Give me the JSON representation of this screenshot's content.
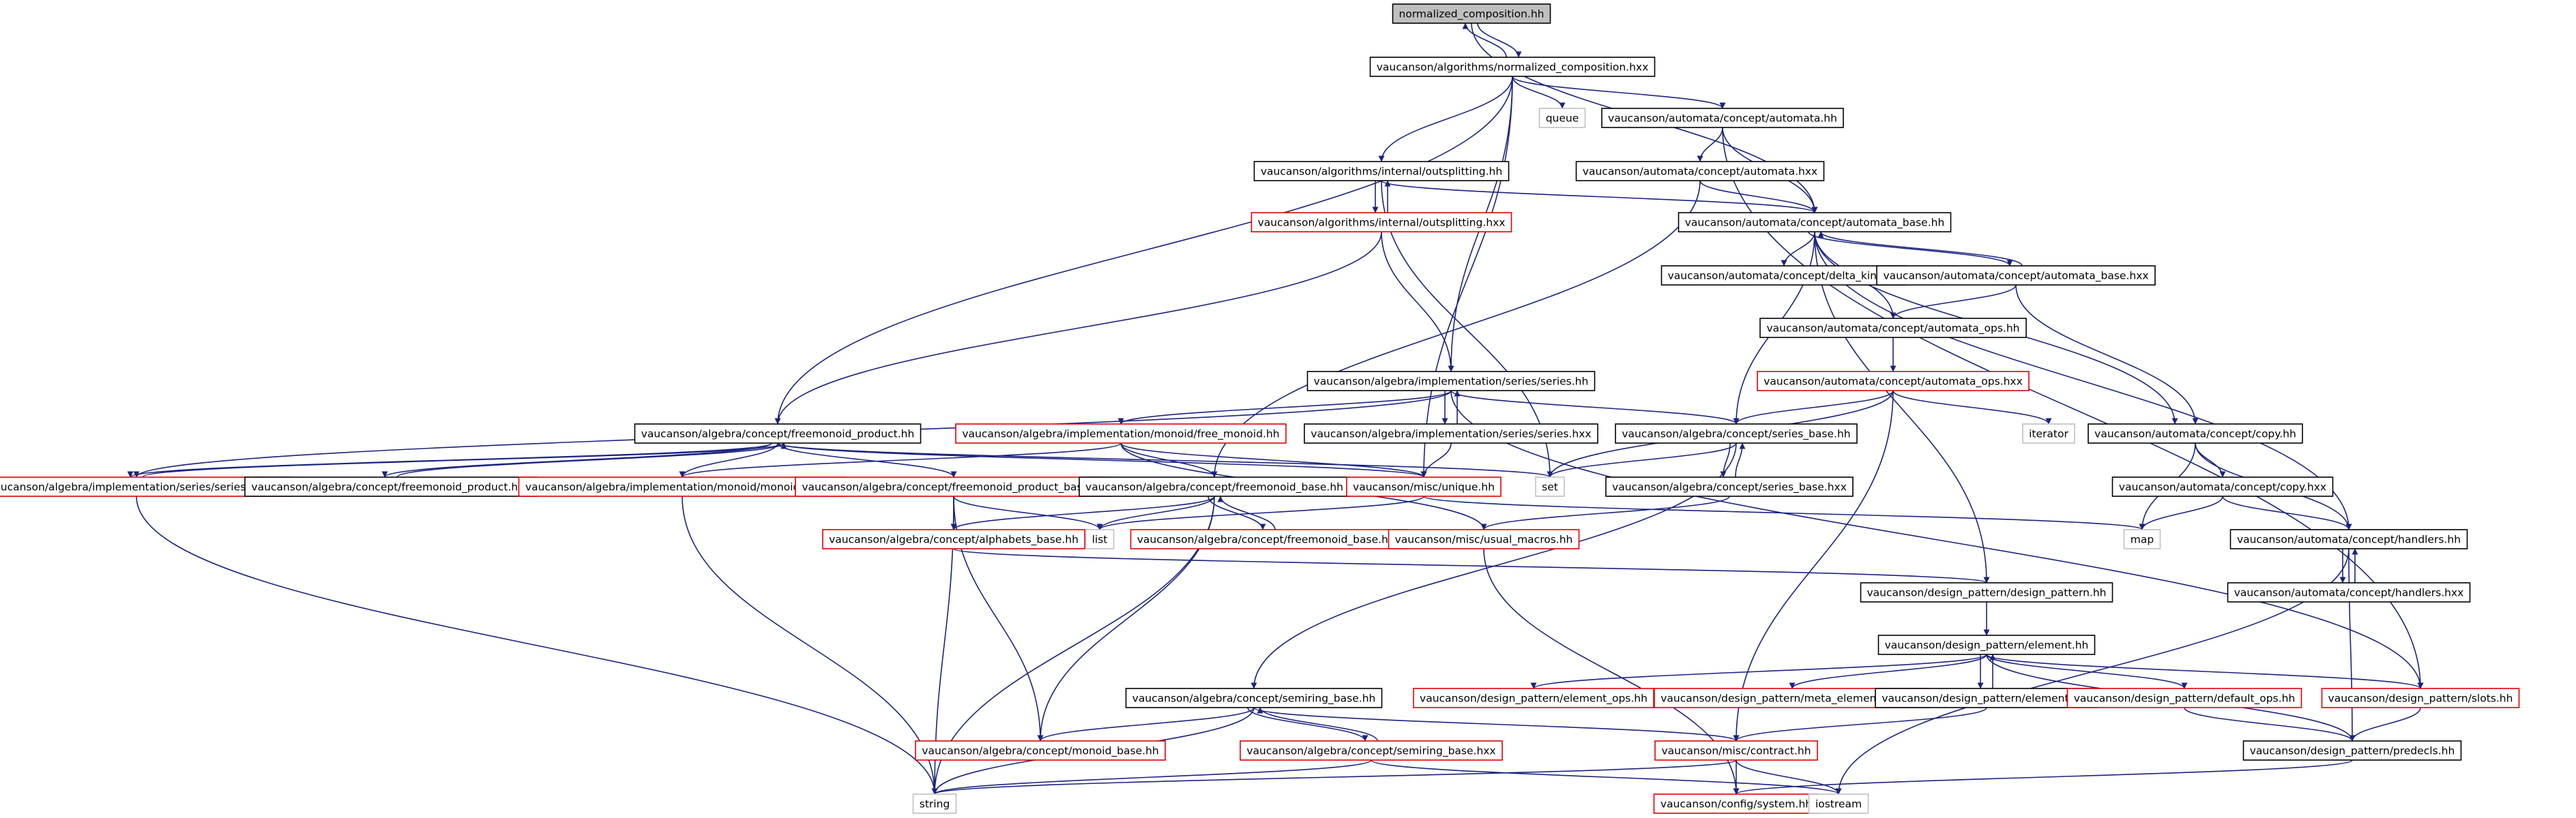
{
  "colors": {
    "edge": "#1a237e",
    "border_black": "#000000",
    "border_red": "#e00000",
    "border_gray": "#c0c0c0",
    "text": "#000000",
    "root_fill": "#bfbfbf"
  },
  "nodes": [
    {
      "id": "root",
      "label": "normalized_composition.hh",
      "style": "root"
    },
    {
      "id": "nc_hxx",
      "label": "vaucanson/algorithms/normalized_composition.hxx",
      "style": "black"
    },
    {
      "id": "queue",
      "label": "queue",
      "style": "gray"
    },
    {
      "id": "automata_hh",
      "label": "vaucanson/automata/concept/automata.hh",
      "style": "black"
    },
    {
      "id": "outsplit_hh",
      "label": "vaucanson/algorithms/internal/outsplitting.hh",
      "style": "black"
    },
    {
      "id": "automata_hxx",
      "label": "vaucanson/automata/concept/automata.hxx",
      "style": "black"
    },
    {
      "id": "outsplit_hxx",
      "label": "vaucanson/algorithms/internal/outsplitting.hxx",
      "style": "red"
    },
    {
      "id": "automata_base_hh",
      "label": "vaucanson/automata/concept/automata_base.hh",
      "style": "black"
    },
    {
      "id": "delta_kind",
      "label": "vaucanson/automata/concept/delta_kind.hh",
      "style": "black"
    },
    {
      "id": "automata_base_hxx",
      "label": "vaucanson/automata/concept/automata_base.hxx",
      "style": "black"
    },
    {
      "id": "automata_ops_hh",
      "label": "vaucanson/automata/concept/automata_ops.hh",
      "style": "black"
    },
    {
      "id": "automata_ops_hxx",
      "label": "vaucanson/automata/concept/automata_ops.hxx",
      "style": "red"
    },
    {
      "id": "series_hh",
      "label": "vaucanson/algebra/implementation/series/series.hh",
      "style": "black"
    },
    {
      "id": "freemonoid_product_hh",
      "label": "vaucanson/algebra/concept/freemonoid_product.hh",
      "style": "black"
    },
    {
      "id": "free_monoid_hh",
      "label": "vaucanson/algebra/implementation/monoid/free_monoid.hh",
      "style": "red"
    },
    {
      "id": "series_hxx",
      "label": "vaucanson/algebra/implementation/series/series.hxx",
      "style": "black"
    },
    {
      "id": "series_base_hh",
      "label": "vaucanson/algebra/concept/series_base.hh",
      "style": "black"
    },
    {
      "id": "iterator1",
      "label": "iterator",
      "style": "gray"
    },
    {
      "id": "iterator2",
      "label": "iterator",
      "style": "gray"
    },
    {
      "id": "copy_hh",
      "label": "vaucanson/automata/concept/copy.hh",
      "style": "black"
    },
    {
      "id": "series_rep_hh",
      "label": "vaucanson/algebra/implementation/series/series_rep.hh",
      "style": "red"
    },
    {
      "id": "freemonoid_product_hxx",
      "label": "vaucanson/algebra/concept/freemonoid_product.hxx",
      "style": "black"
    },
    {
      "id": "monoid_rep_hh",
      "label": "vaucanson/algebra/implementation/monoid/monoid_rep.hh",
      "style": "red"
    },
    {
      "id": "freemonoid_product_base_hh",
      "label": "vaucanson/algebra/concept/freemonoid_product_base.hh",
      "style": "red"
    },
    {
      "id": "freemonoid_base_hh",
      "label": "vaucanson/algebra/concept/freemonoid_base.hh",
      "style": "black"
    },
    {
      "id": "unique_hh",
      "label": "vaucanson/misc/unique.hh",
      "style": "red"
    },
    {
      "id": "set",
      "label": "set",
      "style": "gray"
    },
    {
      "id": "series_base_hxx",
      "label": "vaucanson/algebra/concept/series_base.hxx",
      "style": "black"
    },
    {
      "id": "copy_hxx",
      "label": "vaucanson/automata/concept/copy.hxx",
      "style": "black"
    },
    {
      "id": "map",
      "label": "map",
      "style": "gray"
    },
    {
      "id": "alphabets_base_hh",
      "label": "vaucanson/algebra/concept/alphabets_base.hh",
      "style": "red"
    },
    {
      "id": "list",
      "label": "list",
      "style": "gray"
    },
    {
      "id": "freemonoid_base_hxx",
      "label": "vaucanson/algebra/concept/freemonoid_base.hxx",
      "style": "red"
    },
    {
      "id": "usual_macros_hh",
      "label": "vaucanson/misc/usual_macros.hh",
      "style": "red"
    },
    {
      "id": "handlers_hh",
      "label": "vaucanson/automata/concept/handlers.hh",
      "style": "black"
    },
    {
      "id": "design_pattern_hh",
      "label": "vaucanson/design_pattern/design_pattern.hh",
      "style": "black"
    },
    {
      "id": "handlers_hxx",
      "label": "vaucanson/automata/concept/handlers.hxx",
      "style": "black"
    },
    {
      "id": "element_hh",
      "label": "vaucanson/design_pattern/element.hh",
      "style": "black"
    },
    {
      "id": "semiring_base_hh",
      "label": "vaucanson/algebra/concept/semiring_base.hh",
      "style": "black"
    },
    {
      "id": "element_ops_hh",
      "label": "vaucanson/design_pattern/element_ops.hh",
      "style": "red"
    },
    {
      "id": "meta_element_root_hh",
      "label": "vaucanson/design_pattern/meta_element_root.hh",
      "style": "red"
    },
    {
      "id": "element_hxx",
      "label": "vaucanson/design_pattern/element.hxx",
      "style": "black"
    },
    {
      "id": "default_ops_hh",
      "label": "vaucanson/design_pattern/default_ops.hh",
      "style": "red"
    },
    {
      "id": "slots_hh",
      "label": "vaucanson/design_pattern/slots.hh",
      "style": "red"
    },
    {
      "id": "monoid_base_hh",
      "label": "vaucanson/algebra/concept/monoid_base.hh",
      "style": "red"
    },
    {
      "id": "semiring_base_hxx",
      "label": "vaucanson/algebra/concept/semiring_base.hxx",
      "style": "red"
    },
    {
      "id": "contract_hh",
      "label": "vaucanson/misc/contract.hh",
      "style": "red"
    },
    {
      "id": "predecls_hh",
      "label": "vaucanson/design_pattern/predecls.hh",
      "style": "black"
    },
    {
      "id": "string",
      "label": "string",
      "style": "gray"
    },
    {
      "id": "system_hh",
      "label": "vaucanson/config/system.hh",
      "style": "red"
    },
    {
      "id": "iostream",
      "label": "iostream",
      "style": "gray"
    }
  ],
  "edges": [
    [
      "root",
      "nc_hxx"
    ],
    [
      "nc_hxx",
      "root"
    ],
    [
      "root",
      "automata_base_hh"
    ],
    [
      "nc_hxx",
      "queue"
    ],
    [
      "nc_hxx",
      "automata_hh"
    ],
    [
      "nc_hxx",
      "outsplit_hh"
    ],
    [
      "nc_hxx",
      "series_hh"
    ],
    [
      "nc_hxx",
      "freemonoid_product_hh"
    ],
    [
      "nc_hxx",
      "unique_hh"
    ],
    [
      "automata_hh",
      "automata_hxx"
    ],
    [
      "automata_hh",
      "automata_base_hh"
    ],
    [
      "automata_hh",
      "slots_hh"
    ],
    [
      "automata_hxx",
      "automata_base_hh"
    ],
    [
      "automata_hxx",
      "freemonoid_base_hh"
    ],
    [
      "outsplit_hh",
      "outsplit_hxx"
    ],
    [
      "outsplit_hxx",
      "outsplit_hh"
    ],
    [
      "outsplit_hh",
      "automata_base_hh"
    ],
    [
      "outsplit_hh",
      "set"
    ],
    [
      "outsplit_hxx",
      "series_hh"
    ],
    [
      "outsplit_hxx",
      "freemonoid_product_hh"
    ],
    [
      "automata_base_hh",
      "delta_kind"
    ],
    [
      "automata_base_hh",
      "automata_base_hxx"
    ],
    [
      "automata_base_hxx",
      "automata_base_hh"
    ],
    [
      "automata_base_hh",
      "automata_ops_hh"
    ],
    [
      "automata_base_hh",
      "series_base_hh"
    ],
    [
      "automata_base_hh",
      "iterator2"
    ],
    [
      "automata_base_hh",
      "design_pattern_hh"
    ],
    [
      "automata_base_hh",
      "handlers_hh"
    ],
    [
      "automata_base_hxx",
      "automata_ops_hh"
    ],
    [
      "automata_base_hxx",
      "copy_hh"
    ],
    [
      "automata_ops_hh",
      "automata_ops_hxx"
    ],
    [
      "automata_ops_hxx",
      "series_base_hh"
    ],
    [
      "automata_ops_hxx",
      "iterator1"
    ],
    [
      "automata_ops_hxx",
      "set"
    ],
    [
      "automata_ops_hxx",
      "contract_hh"
    ],
    [
      "series_hh",
      "series_hxx"
    ],
    [
      "series_hxx",
      "series_hh"
    ],
    [
      "series_hh",
      "free_monoid_hh"
    ],
    [
      "series_hh",
      "series_base_hh"
    ],
    [
      "series_hh",
      "series_rep_hh"
    ],
    [
      "series_hh",
      "slots_hh"
    ],
    [
      "series_hxx",
      "unique_hh"
    ],
    [
      "freemonoid_product_hh",
      "series_rep_hh"
    ],
    [
      "freemonoid_product_hh",
      "freemonoid_product_hxx"
    ],
    [
      "freemonoid_product_hxx",
      "freemonoid_product_hh"
    ],
    [
      "freemonoid_product_hh",
      "monoid_rep_hh"
    ],
    [
      "freemonoid_product_hh",
      "freemonoid_product_base_hh"
    ],
    [
      "freemonoid_product_hh",
      "unique_hh"
    ],
    [
      "freemonoid_product_hh",
      "set"
    ],
    [
      "free_monoid_hh",
      "monoid_rep_hh"
    ],
    [
      "free_monoid_hh",
      "freemonoid_base_hh"
    ],
    [
      "free_monoid_hh",
      "unique_hh"
    ],
    [
      "free_monoid_hh",
      "usual_macros_hh"
    ],
    [
      "series_base_hh",
      "series_base_hxx"
    ],
    [
      "series_base_hxx",
      "series_base_hh"
    ],
    [
      "series_base_hh",
      "set"
    ],
    [
      "series_base_hh",
      "semiring_base_hh"
    ],
    [
      "series_base_hxx",
      "usual_macros_hh"
    ],
    [
      "copy_hh",
      "copy_hxx"
    ],
    [
      "copy_hh",
      "map"
    ],
    [
      "copy_hh",
      "handlers_hh"
    ],
    [
      "copy_hxx",
      "map"
    ],
    [
      "copy_hxx",
      "handlers_hh"
    ],
    [
      "handlers_hh",
      "handlers_hxx"
    ],
    [
      "handlers_hxx",
      "handlers_hh"
    ],
    [
      "handlers_hh",
      "predecls_hh"
    ],
    [
      "handlers_hh",
      "iostream"
    ],
    [
      "series_rep_hh",
      "freemonoid_product_hh"
    ],
    [
      "series_rep_hh",
      "string"
    ],
    [
      "monoid_rep_hh",
      "string"
    ],
    [
      "freemonoid_product_base_hh",
      "alphabets_base_hh"
    ],
    [
      "freemonoid_product_base_hh",
      "list"
    ],
    [
      "freemonoid_product_base_hh",
      "monoid_base_hh"
    ],
    [
      "freemonoid_product_base_hh",
      "string"
    ],
    [
      "freemonoid_base_hh",
      "list"
    ],
    [
      "freemonoid_base_hh",
      "alphabets_base_hh"
    ],
    [
      "freemonoid_base_hh",
      "freemonoid_base_hxx"
    ],
    [
      "freemonoid_base_hxx",
      "freemonoid_base_hh"
    ],
    [
      "freemonoid_base_hh",
      "monoid_base_hh"
    ],
    [
      "freemonoid_base_hh",
      "string"
    ],
    [
      "unique_hh",
      "list"
    ],
    [
      "unique_hh",
      "map"
    ],
    [
      "alphabets_base_hh",
      "design_pattern_hh"
    ],
    [
      "usual_macros_hh",
      "system_hh"
    ],
    [
      "design_pattern_hh",
      "element_hh"
    ],
    [
      "element_hh",
      "element_ops_hh"
    ],
    [
      "element_hh",
      "meta_element_root_hh"
    ],
    [
      "element_hh",
      "element_hxx"
    ],
    [
      "element_hxx",
      "element_hh"
    ],
    [
      "element_hh",
      "default_ops_hh"
    ],
    [
      "element_hh",
      "slots_hh"
    ],
    [
      "element_hh",
      "predecls_hh"
    ],
    [
      "element_hxx",
      "contract_hh"
    ],
    [
      "default_ops_hh",
      "predecls_hh"
    ],
    [
      "slots_hh",
      "predecls_hh"
    ],
    [
      "semiring_base_hh",
      "monoid_base_hh"
    ],
    [
      "semiring_base_hh",
      "semiring_base_hxx"
    ],
    [
      "semiring_base_hxx",
      "semiring_base_hh"
    ],
    [
      "semiring_base_hh",
      "contract_hh"
    ],
    [
      "semiring_base_hh",
      "string"
    ],
    [
      "semiring_base_hxx",
      "string"
    ],
    [
      "semiring_base_hxx",
      "iostream"
    ],
    [
      "contract_hh",
      "system_hh"
    ],
    [
      "contract_hh",
      "iostream"
    ],
    [
      "contract_hh",
      "string"
    ],
    [
      "predecls_hh",
      "system_hh"
    ]
  ]
}
